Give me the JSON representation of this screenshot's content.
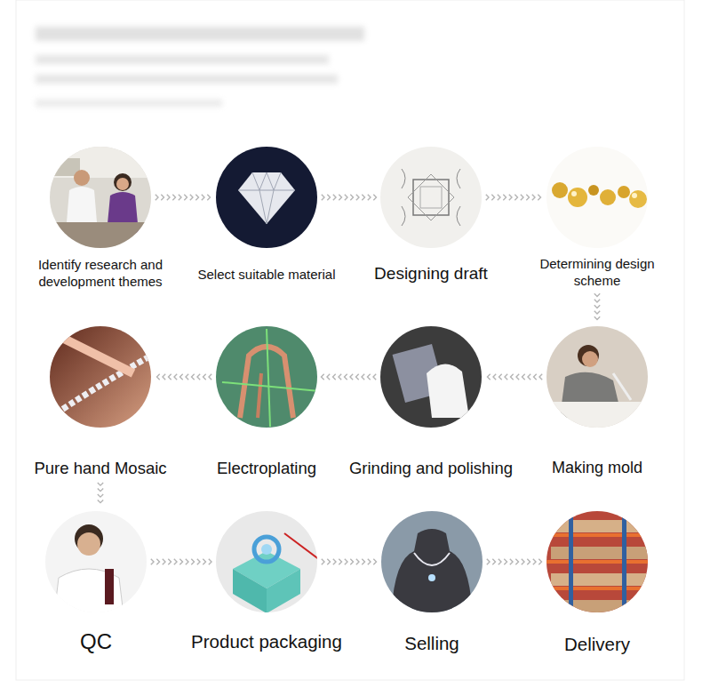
{
  "diagram": {
    "nodes": [
      {
        "text": [
          "Identify research and development themes"
        ]
      },
      {
        "text": [
          "Select suitable material"
        ]
      },
      {
        "text": [
          "Designing draft"
        ]
      },
      {
        "text": [
          "Determining design scheme"
        ]
      },
      {
        "text": [
          "Making mold"
        ]
      },
      {
        "text": [
          "Grinding and polishing"
        ]
      },
      {
        "text": [
          "Electroplating"
        ]
      },
      {
        "text": [
          "Pure hand Mosaic"
        ]
      },
      {
        "text": [
          "QC"
        ]
      },
      {
        "text": [
          "Product packaging"
        ]
      },
      {
        "text": [
          "Selling"
        ]
      },
      {
        "text": [
          "Delivery"
        ]
      }
    ],
    "edges": [
      {
        "from": 0,
        "to": 1,
        "arrow": "to"
      },
      {
        "from": 1,
        "to": 2,
        "arrow": "to"
      },
      {
        "from": 2,
        "to": 3,
        "arrow": "to"
      },
      {
        "from": 3,
        "to": 4,
        "arrow": "to"
      },
      {
        "from": 4,
        "to": 5,
        "arrow": "to"
      },
      {
        "from": 5,
        "to": 6,
        "arrow": "to"
      },
      {
        "from": 6,
        "to": 7,
        "arrow": "to"
      },
      {
        "from": 7,
        "to": 8,
        "arrow": "to"
      },
      {
        "from": 8,
        "to": 9,
        "arrow": "to"
      },
      {
        "from": 9,
        "to": 10,
        "arrow": "to"
      },
      {
        "from": 10,
        "to": 11,
        "arrow": "to"
      }
    ]
  }
}
